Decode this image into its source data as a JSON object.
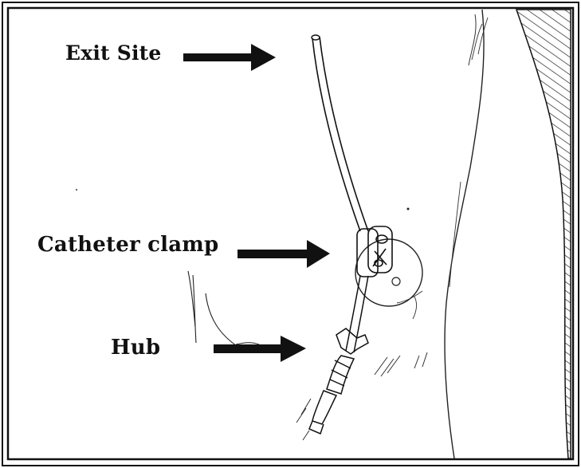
{
  "labels": {
    "exit_site": "Exit Site",
    "catheter_clamp": "Catheter clamp",
    "hub": "Hub"
  },
  "colors": {
    "ink": "#111111",
    "background": "#ffffff"
  }
}
